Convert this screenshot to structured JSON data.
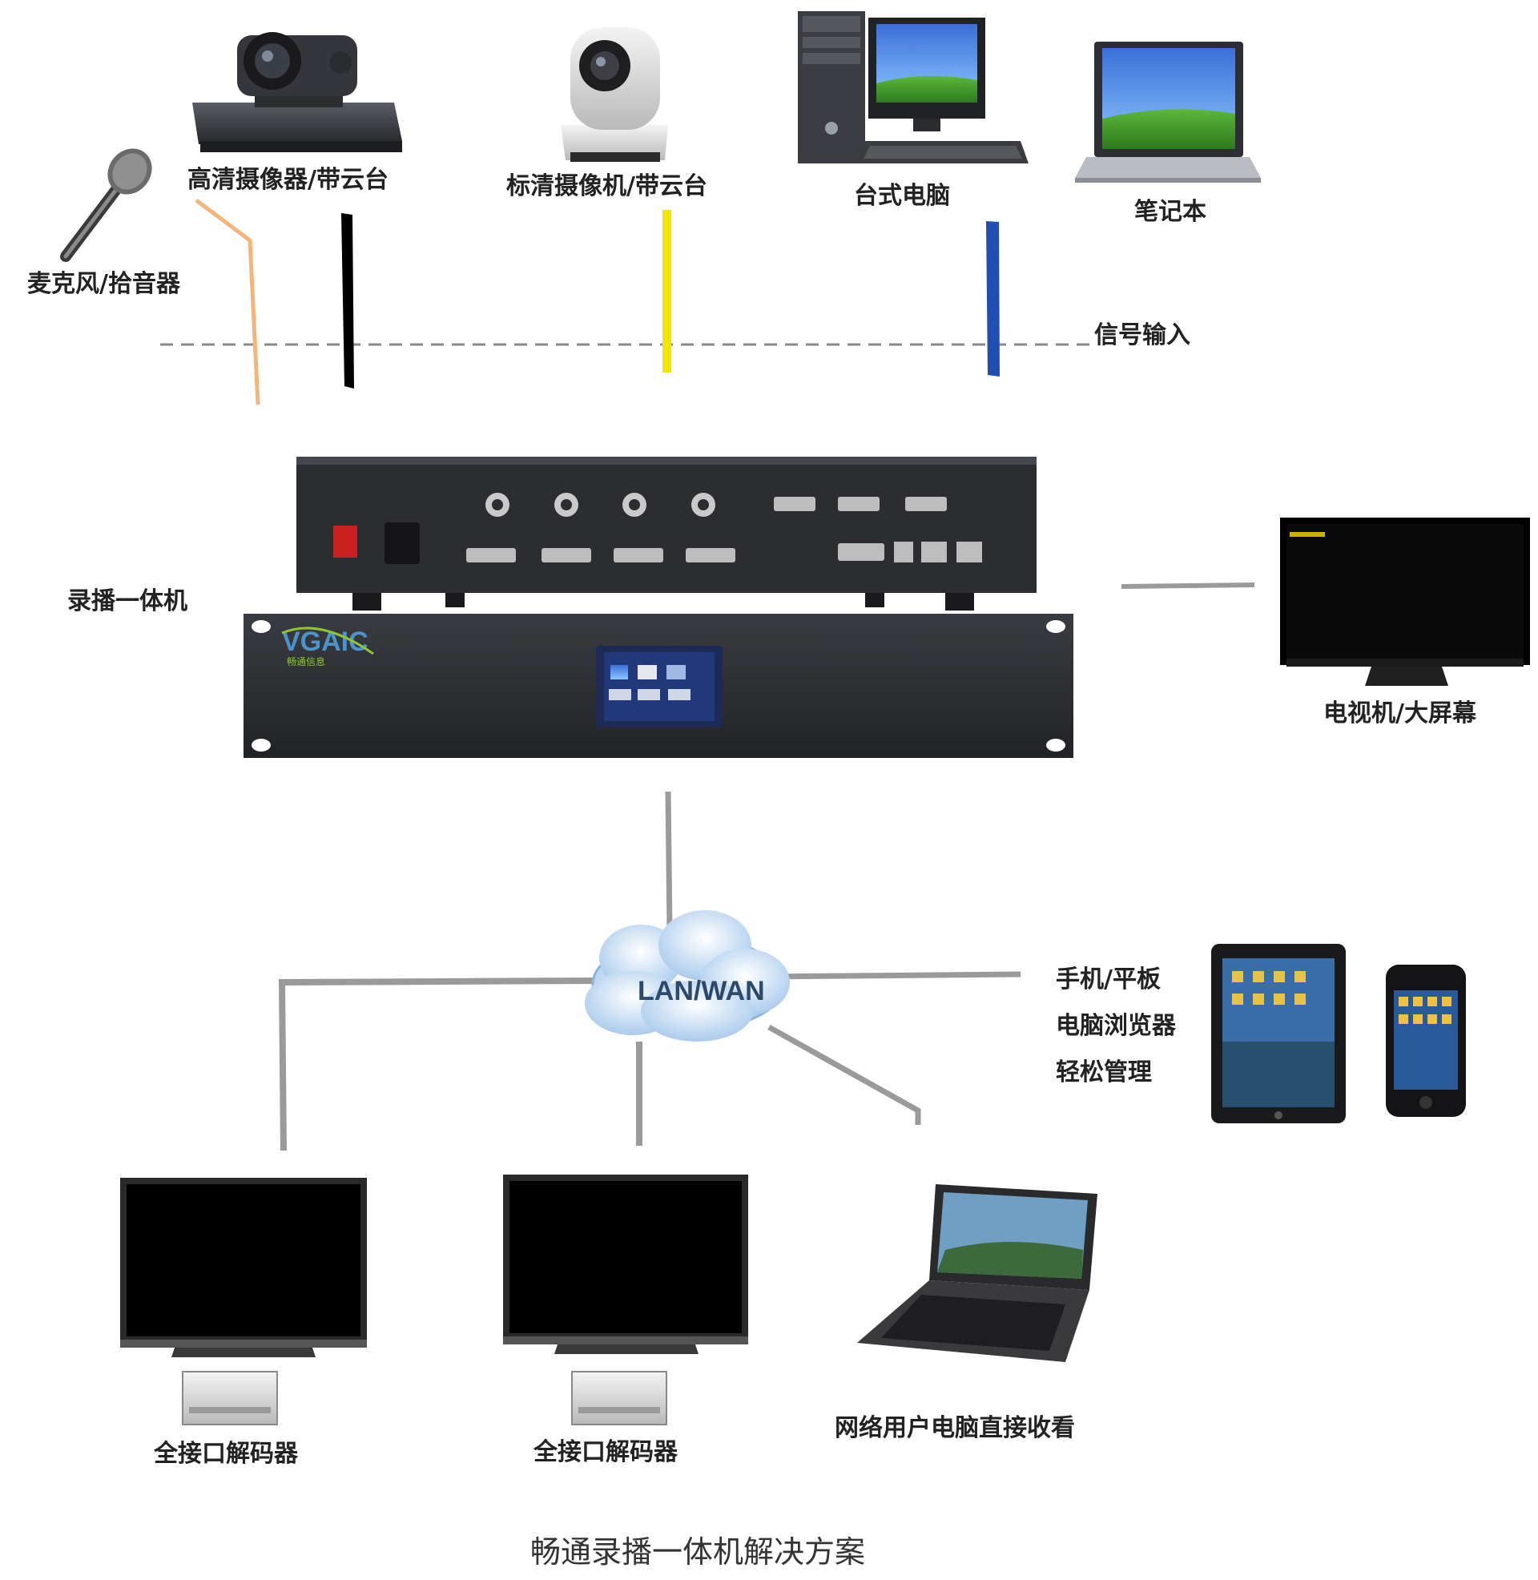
{
  "labels": {
    "microphone": "麦克风/拾音器",
    "hd_camera": "高清摄像器/带云台",
    "sd_camera": "标清摄像机/带云台",
    "desktop": "台式电脑",
    "laptop": "笔记本",
    "signal_input": "信号输入",
    "recorder": "录播一体机",
    "tv": "电视机/大屏幕",
    "cloud": "LAN/WAN",
    "mobile_line1": "手机/平板",
    "mobile_line2": "电脑浏览器",
    "mobile_line3": "轻松管理",
    "decoder_1": "全接口解码器",
    "decoder_2": "全接口解码器",
    "network_user": "网络用户电脑直接收看",
    "caption": "畅通录播一体机解决方案",
    "brand": "VGAIC"
  },
  "colors": {
    "mic_line": "#f4b57a",
    "hd_line": "#000000",
    "sd_line": "#f2e600",
    "pc_line": "#1f4fb3",
    "net_line": "#9a9a9a",
    "device_body": "#2a2c30",
    "screen_blue": "#2b5fd0"
  }
}
